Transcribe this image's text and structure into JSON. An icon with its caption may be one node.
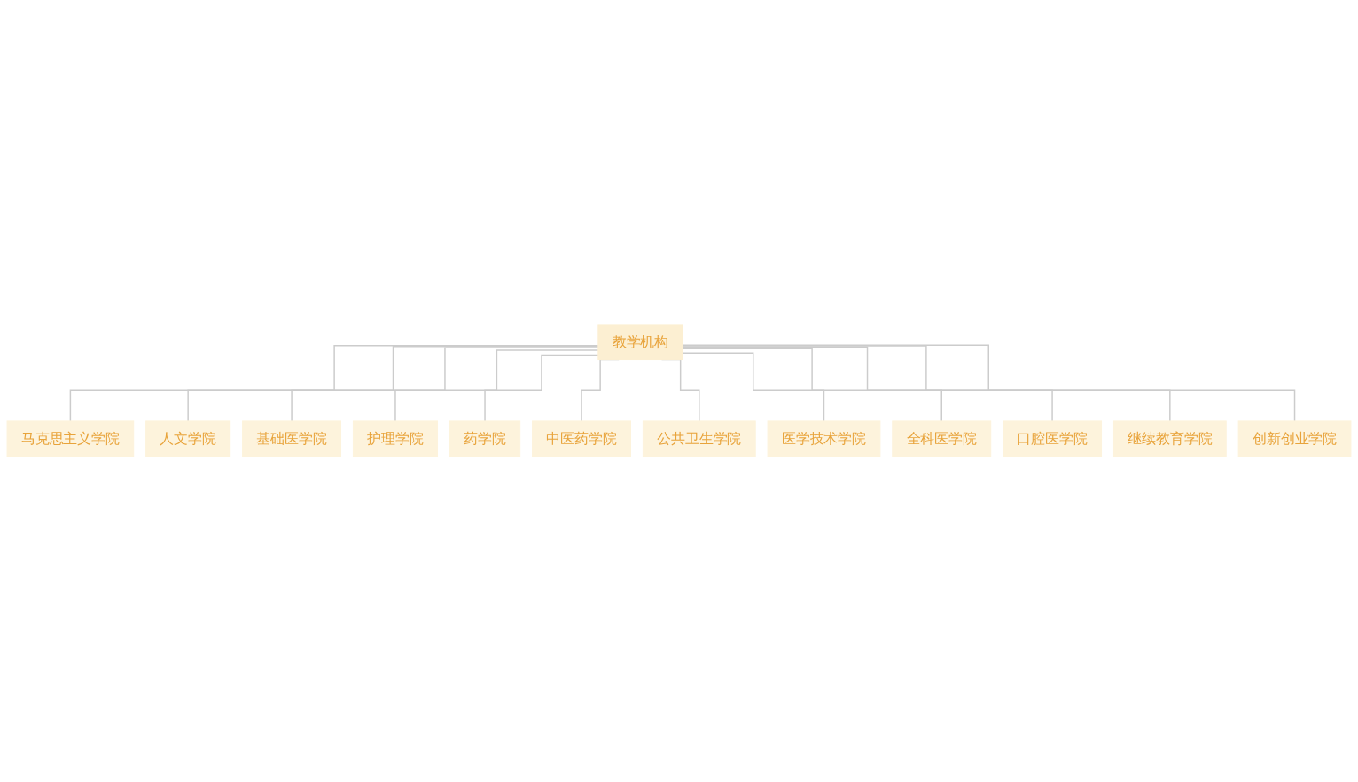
{
  "diagram": {
    "nodes": [
      {
        "text": [
          "教学机构"
        ]
      },
      {
        "text": [
          "马克思主义学院"
        ]
      },
      {
        "text": [
          "人文学院"
        ]
      },
      {
        "text": [
          "基础医学院"
        ]
      },
      {
        "text": [
          "护理学院"
        ]
      },
      {
        "text": [
          "药学院"
        ]
      },
      {
        "text": [
          "中医药学院"
        ]
      },
      {
        "text": [
          "公共卫生学院"
        ]
      },
      {
        "text": [
          "医学技术学院"
        ]
      },
      {
        "text": [
          "全科医学院"
        ]
      },
      {
        "text": [
          "口腔医学院"
        ]
      },
      {
        "text": [
          "继续教育学院"
        ]
      },
      {
        "text": [
          "创新创业学院"
        ]
      }
    ],
    "edges": [
      {
        "from": 0,
        "to": 1,
        "arrow": "none"
      },
      {
        "from": 0,
        "to": 2,
        "arrow": "none"
      },
      {
        "from": 0,
        "to": 3,
        "arrow": "none"
      },
      {
        "from": 0,
        "to": 4,
        "arrow": "none"
      },
      {
        "from": 0,
        "to": 5,
        "arrow": "none"
      },
      {
        "from": 0,
        "to": 6,
        "arrow": "none"
      },
      {
        "from": 0,
        "to": 7,
        "arrow": "none"
      },
      {
        "from": 0,
        "to": 8,
        "arrow": "none"
      },
      {
        "from": 0,
        "to": 9,
        "arrow": "none"
      },
      {
        "from": 0,
        "to": 10,
        "arrow": "none"
      },
      {
        "from": 0,
        "to": 11,
        "arrow": "none"
      },
      {
        "from": 0,
        "to": 12,
        "arrow": "none"
      }
    ]
  }
}
